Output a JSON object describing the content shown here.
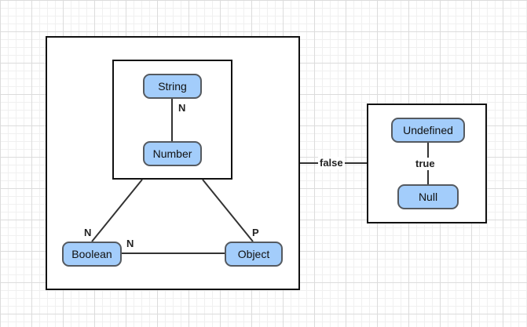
{
  "nodes": {
    "string": "String",
    "number": "Number",
    "boolean": "Boolean",
    "object": "Object",
    "undefined": "Undefined",
    "null": "Null"
  },
  "edge_labels": {
    "string_number": "N",
    "number_boolean": "N",
    "boolean_object": "N",
    "number_object": "P",
    "group_link": "false",
    "undefined_null": "true"
  },
  "watermark": "",
  "colors": {
    "node_fill": "#a3cdfb",
    "node_border": "#555a60",
    "frame_border": "#111111",
    "edge": "#333333"
  }
}
